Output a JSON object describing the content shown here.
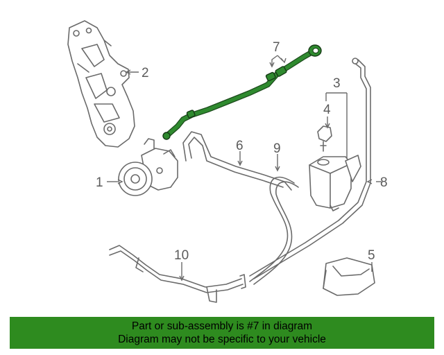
{
  "callouts": {
    "c1": "1",
    "c2": "2",
    "c3": "3",
    "c4": "4",
    "c5": "5",
    "c6": "6",
    "c7": "7",
    "c8": "8",
    "c9": "9",
    "c10": "10"
  },
  "highlight": {
    "part_number": "7",
    "color": "#2e8b1f"
  },
  "banner": {
    "line1": "Part or sub-assembly is #7 in diagram",
    "line2": "Diagram may not be specific to your vehicle",
    "background": "#2e8b1f"
  }
}
